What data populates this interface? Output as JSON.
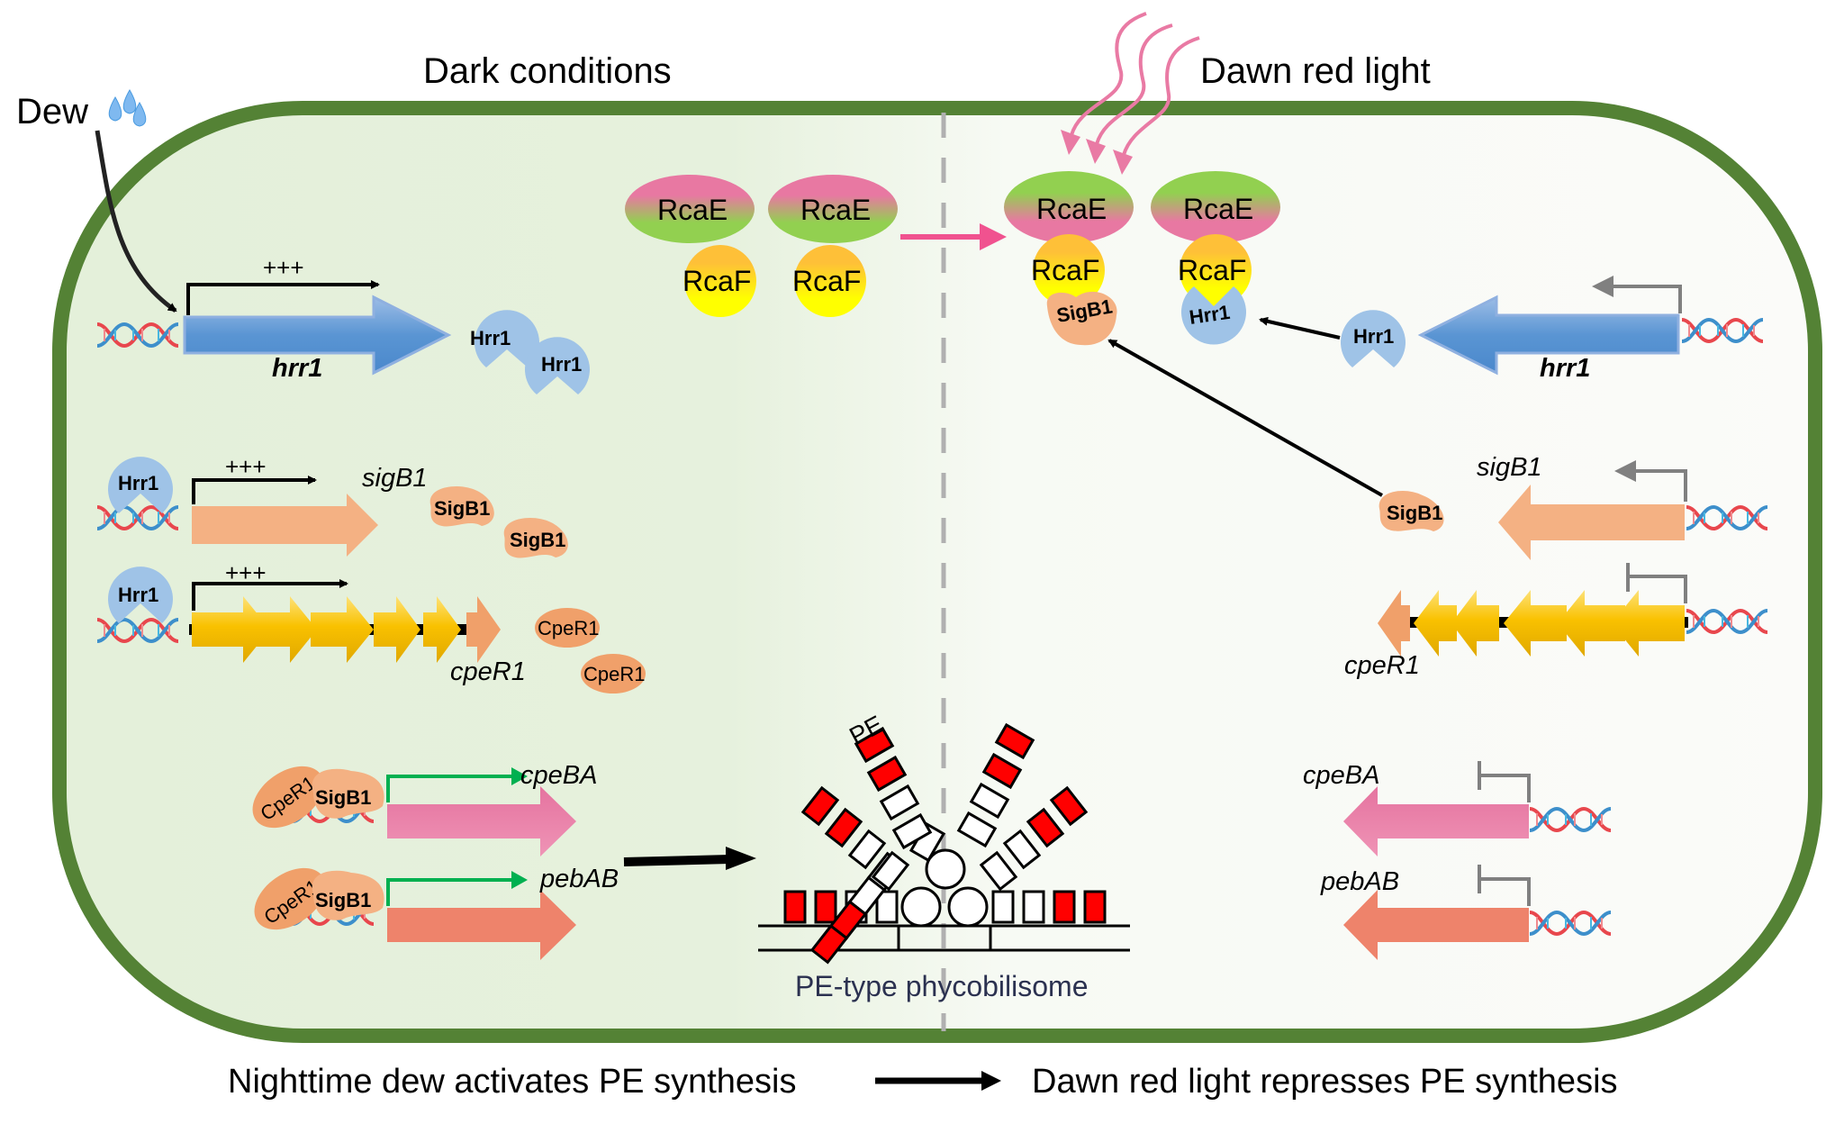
{
  "titles": {
    "left": "Dark conditions",
    "right": "Dawn red light",
    "dew": "Dew"
  },
  "colors": {
    "membrane": "#548235",
    "cytoplasm_left": "#e5f1dc",
    "cytoplasm_right": "#fafaf7",
    "hrr1_gene": "#5b9bd5",
    "hrr1_protein": "#9fc3e7",
    "sigB1": "#f4b183",
    "cpeR1": "#f0a06a",
    "cpeBA": "#e97aa4",
    "pebAB": "#ee836b",
    "operon": "#f8c000",
    "pe_rod": "#ff0000",
    "light_waves": "#e97aa4",
    "activation_arrow": "#00b050",
    "repression_bar": "#808080"
  },
  "left": {
    "hrr1_row": {
      "gene": "hrr1",
      "level": "+++",
      "proteins": [
        "Hrr1",
        "Hrr1"
      ]
    },
    "sigB1_row": {
      "bound": "Hrr1",
      "gene": "sigB1",
      "level": "+++",
      "proteins": [
        "SigB1",
        "SigB1"
      ]
    },
    "cpeR1_row": {
      "bound": "Hrr1",
      "gene": "cpeR1",
      "level": "+++",
      "proteins": [
        "CpeR1",
        "CpeR1"
      ]
    },
    "cpeBA_row": {
      "bound": [
        "CpeR1",
        "SigB1"
      ],
      "gene": "cpeBA"
    },
    "pebAB_row": {
      "bound": [
        "CpeR1",
        "SigB1"
      ],
      "gene": "pebAB"
    },
    "rca_complexes": [
      {
        "rcaE": "RcaE",
        "rcaF": "RcaF"
      },
      {
        "rcaE": "RcaE",
        "rcaF": "RcaF"
      }
    ]
  },
  "right": {
    "rca_complexes": [
      {
        "rcaE": "RcaE",
        "rcaF": "RcaF",
        "bound": "SigB1"
      },
      {
        "rcaE": "RcaE",
        "rcaF": "RcaF",
        "bound": "Hrr1"
      }
    ],
    "hrr1_row": {
      "gene": "hrr1",
      "protein": "Hrr1"
    },
    "sigB1_row": {
      "gene": "sigB1",
      "protein": "SigB1"
    },
    "cpeR1_row": {
      "gene": "cpeR1"
    },
    "cpeBA_row": {
      "gene": "cpeBA"
    },
    "pebAB_row": {
      "gene": "pebAB"
    }
  },
  "phycobilisome": {
    "label": "PE-type phycobilisome",
    "rod_label": "PE"
  },
  "caption": {
    "left": "Nighttime dew activates PE synthesis",
    "right": "Dawn red light represses PE synthesis"
  }
}
